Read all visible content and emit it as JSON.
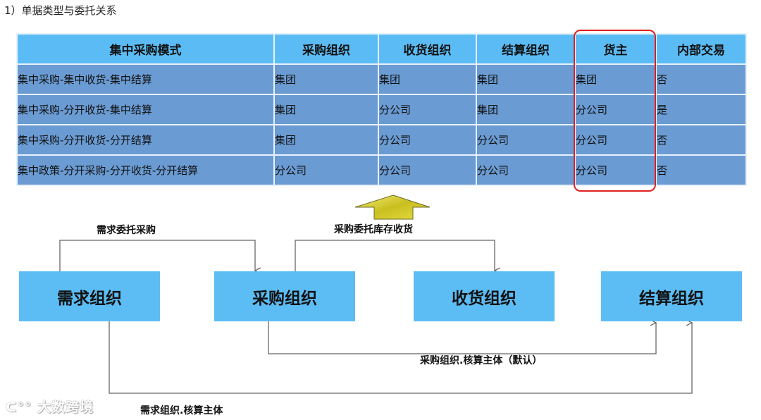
{
  "title": "1）单据类型与委托关系",
  "table": {
    "headers": [
      "集中采购模式",
      "采购组织",
      "收货组织",
      "结算组织",
      "货主",
      "内部交易"
    ],
    "rows": [
      [
        "集中采购-集中收货-集中结算",
        "集团",
        "集团",
        "集团",
        "集团",
        "否"
      ],
      [
        "集中采购-分开收货-集中结算",
        "集团",
        "分公司",
        "集团",
        "分公司",
        "是"
      ],
      [
        "集中采购-分开收货-分开结算",
        "集团",
        "分公司",
        "分公司",
        "分公司",
        "否"
      ],
      [
        "集中政策-分开采购-分开收货-分开结算",
        "分公司",
        "分公司",
        "分公司",
        "分公司",
        "否"
      ]
    ],
    "highlighted_column": "货主",
    "highlight_color": "#e02020"
  },
  "diagram": {
    "boxes": [
      "需求组织",
      "采购组织",
      "收货组织",
      "结算组织"
    ],
    "labels": {
      "demand_to_purchase": "需求委托采购",
      "purchase_to_receive": "采购委托库存收货",
      "purchase_to_settle": "采购组织.核算主体（默认）",
      "demand_to_settle": "需求组织.核算主体"
    },
    "box_color": "#5cbdf5",
    "up_arrow_color": "#d8d02a"
  },
  "watermark": "大数跨境"
}
